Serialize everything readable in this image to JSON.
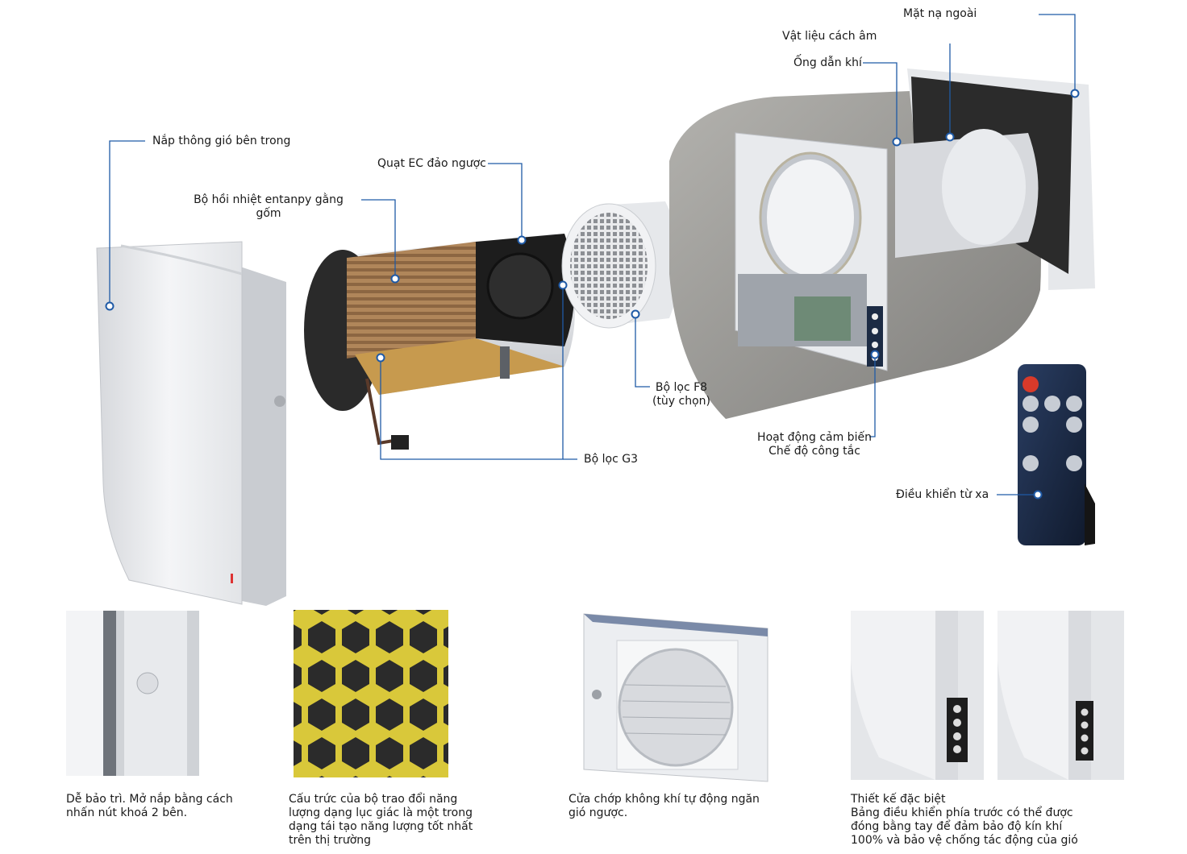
{
  "labels": {
    "inner_cover": "Nắp thông gió bên trong",
    "ec_fan": "Quạt EC đảo ngược",
    "heat_recovery_line1": "Bộ hồi nhiệt entanpy  gằng",
    "heat_recovery_line2": "gốm",
    "filter_f8_line1": "Bộ lọc F8",
    "filter_f8_line2": "(tùy chọn)",
    "filter_g3": "Bộ lọc G3",
    "outer_mask": "Mặt nạ ngoài",
    "insulation": "Vật liệu cách âm",
    "air_duct": "Ống dẫn khí",
    "sensor_line1": "Hoạt động cảm biến",
    "sensor_line2": "Chế độ công tắc",
    "remote": "Điều khiển từ xa"
  },
  "captions": {
    "maintenance": [
      "Dễ bảo trì. Mở nắp bằng cách",
      "nhấn nút khoá 2 bên."
    ],
    "exchanger": [
      "Cấu trức của bộ trao đổi năng",
      "lượng dạng lục giác là một trong",
      "dạng tái tạo năng lượng tốt nhất",
      "trên thị trường"
    ],
    "shutter": [
      "Cửa chớp không khí tự động ngăn",
      "gió ngược."
    ],
    "design": [
      "Thiết kế đặc biệt",
      "Bảng điều khiển phía trước có thể được",
      "đóng bằng tay để đảm bảo độ kín khí",
      "100% và bảo vệ chống tác động của gió"
    ]
  },
  "colors": {
    "leader_line": "#1f5aa6",
    "concrete": "#9a9a98",
    "housing": "#e7e9ec",
    "honeycomb_fill": "#2a2a2a",
    "honeycomb_edge": "#d9c83a",
    "remote_body": "#1b2b45",
    "power_button": "#d83a2a"
  }
}
